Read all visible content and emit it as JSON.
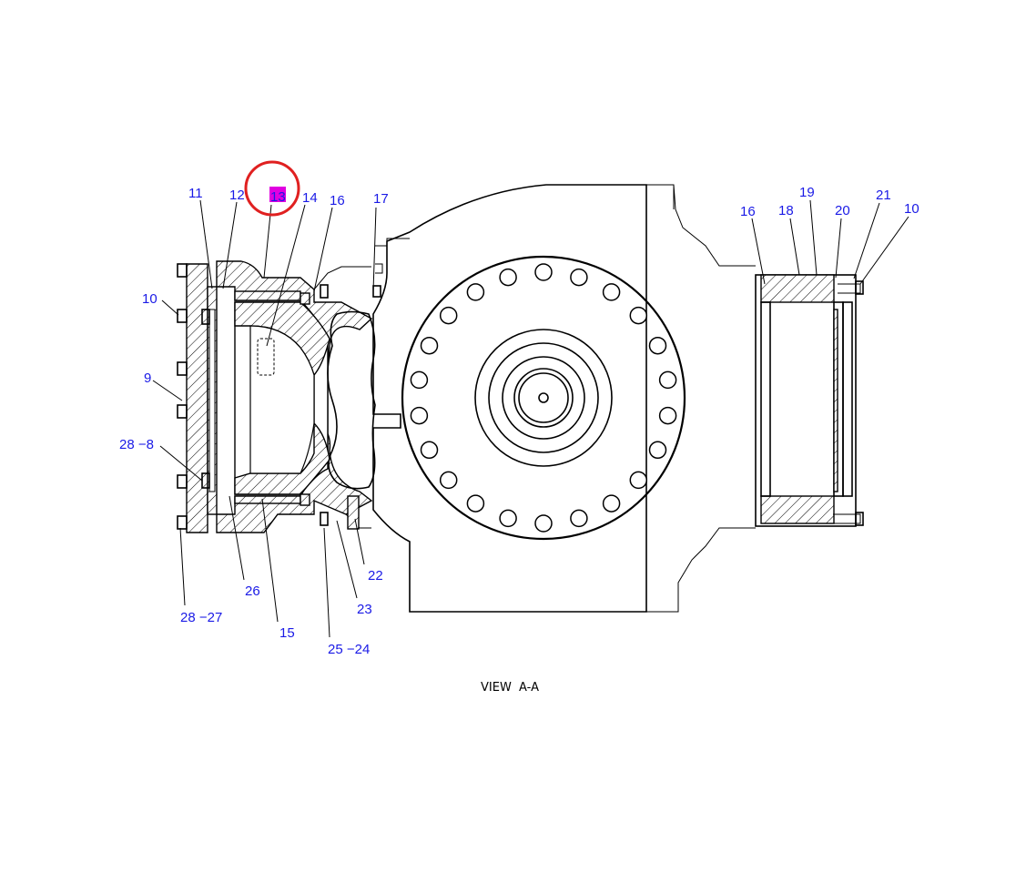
{
  "diagram": {
    "caption": "VIEW  A-A",
    "highlight": {
      "label": "13",
      "color": "#e000e0",
      "circle_color": "#e02020"
    },
    "callouts": [
      {
        "id": "c11",
        "text": "11"
      },
      {
        "id": "c12",
        "text": "12"
      },
      {
        "id": "c14",
        "text": "14"
      },
      {
        "id": "c16a",
        "text": "16"
      },
      {
        "id": "c17",
        "text": "17"
      },
      {
        "id": "c10a",
        "text": "10"
      },
      {
        "id": "c9",
        "text": "9"
      },
      {
        "id": "c28_8",
        "text": "28 −8"
      },
      {
        "id": "c26",
        "text": "26"
      },
      {
        "id": "c15",
        "text": "15"
      },
      {
        "id": "c28_27",
        "text": "28 −27"
      },
      {
        "id": "c22",
        "text": "22"
      },
      {
        "id": "c23",
        "text": "23"
      },
      {
        "id": "c25_24",
        "text": "25 −24"
      },
      {
        "id": "c19",
        "text": "19"
      },
      {
        "id": "c16b",
        "text": "16"
      },
      {
        "id": "c18",
        "text": "18"
      },
      {
        "id": "c20",
        "text": "20"
      },
      {
        "id": "c21",
        "text": "21"
      },
      {
        "id": "c10b",
        "text": "10"
      }
    ],
    "colors": {
      "callout_text": "#1a1ae6",
      "line": "#000000",
      "background": "#ffffff"
    }
  }
}
